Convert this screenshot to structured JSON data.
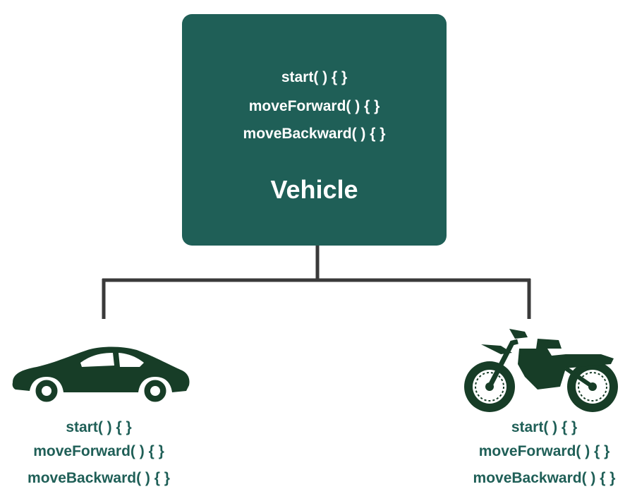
{
  "parent": {
    "name": "Vehicle",
    "methods": [
      "start( ) { }",
      "moveForward( ) { }",
      "moveBackward( ) { }"
    ]
  },
  "children": {
    "car": {
      "icon": "car-icon",
      "methods": [
        "start( ) { }",
        "moveForward( ) { }",
        "moveBackward( ) { }"
      ]
    },
    "motorcycle": {
      "icon": "motorcycle-icon",
      "methods": [
        "start( ) { }",
        "moveForward( ) { }",
        "moveBackward( ) { }"
      ]
    }
  },
  "colors": {
    "box": "#1f5f57",
    "connector": "#3a3a3a",
    "icon": "#173d27",
    "child_text": "#1f5f57"
  }
}
